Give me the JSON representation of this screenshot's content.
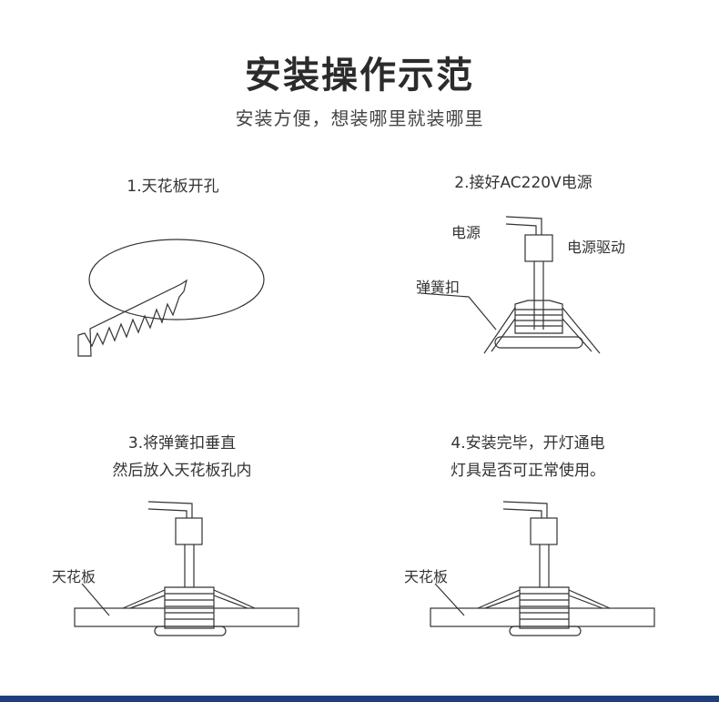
{
  "header": {
    "title": "安装操作示范",
    "subtitle": "安装方便，想装哪里就装哪里"
  },
  "steps": [
    {
      "lines": [
        "1.天花板开孔"
      ]
    },
    {
      "lines": [
        "2.接好AC220V电源"
      ]
    },
    {
      "lines": [
        "3.将弹簧扣垂直",
        "然后放入天花板孔内"
      ]
    },
    {
      "lines": [
        "4.安装完毕，开灯通电",
        "灯具是否可正常使用。"
      ]
    }
  ],
  "labels": {
    "power": "电源",
    "driver": "电源驱动",
    "spring_clip": "弹簧扣",
    "ceiling": "天花板"
  },
  "colors": {
    "line": "#333333",
    "bottom_bar": "#1f3f7a"
  }
}
